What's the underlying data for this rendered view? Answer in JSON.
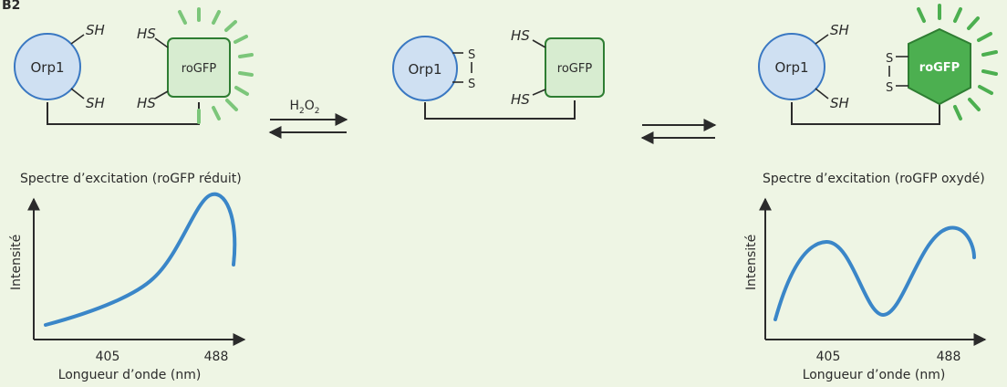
{
  "panel_letter": "B2",
  "colors": {
    "background": "#eef5e4",
    "orp1_fill": "#cfe0f2",
    "orp1_stroke": "#3a78c2",
    "rogfp_reduced_fill": "#d7ecd0",
    "rogfp_oxidized_fill": "#4caf50",
    "rogfp_stroke": "#2e7d32",
    "glow": "#7cc67a",
    "curve": "#3a86c8",
    "ink": "#2b2b2b"
  },
  "states": {
    "reduced": {
      "protein": "Orp1",
      "reporter": "roGFP",
      "orp1_groups": [
        "SH",
        "SH"
      ],
      "rogfp_groups": [
        "HS",
        "HS"
      ]
    },
    "intermediate": {
      "protein": "Orp1",
      "reporter": "roGFP",
      "orp1_groups": [
        "S",
        "S"
      ],
      "rogfp_groups": [
        "HS",
        "HS"
      ]
    },
    "oxidized": {
      "protein": "Orp1",
      "reporter": "roGFP",
      "orp1_groups": [
        "SH",
        "SH"
      ],
      "rogfp_groups": [
        "S",
        "S"
      ]
    }
  },
  "arrows": {
    "reagent_base": "H",
    "reagent_sub1": "2",
    "reagent_mid": "O",
    "reagent_sub2": "2"
  },
  "spectra": [
    {
      "title": "Spectre d’excitation (roGFP réduit)",
      "ylabel": "Intensité",
      "xlabel": "Longueur d’onde (nm)",
      "ticks": [
        "405",
        "488"
      ]
    },
    {
      "title": "Spectre d’excitation (roGFP oxydé)",
      "ylabel": "Intensité",
      "xlabel": "Longueur d’onde (nm)",
      "ticks": [
        "405",
        "488"
      ]
    }
  ]
}
